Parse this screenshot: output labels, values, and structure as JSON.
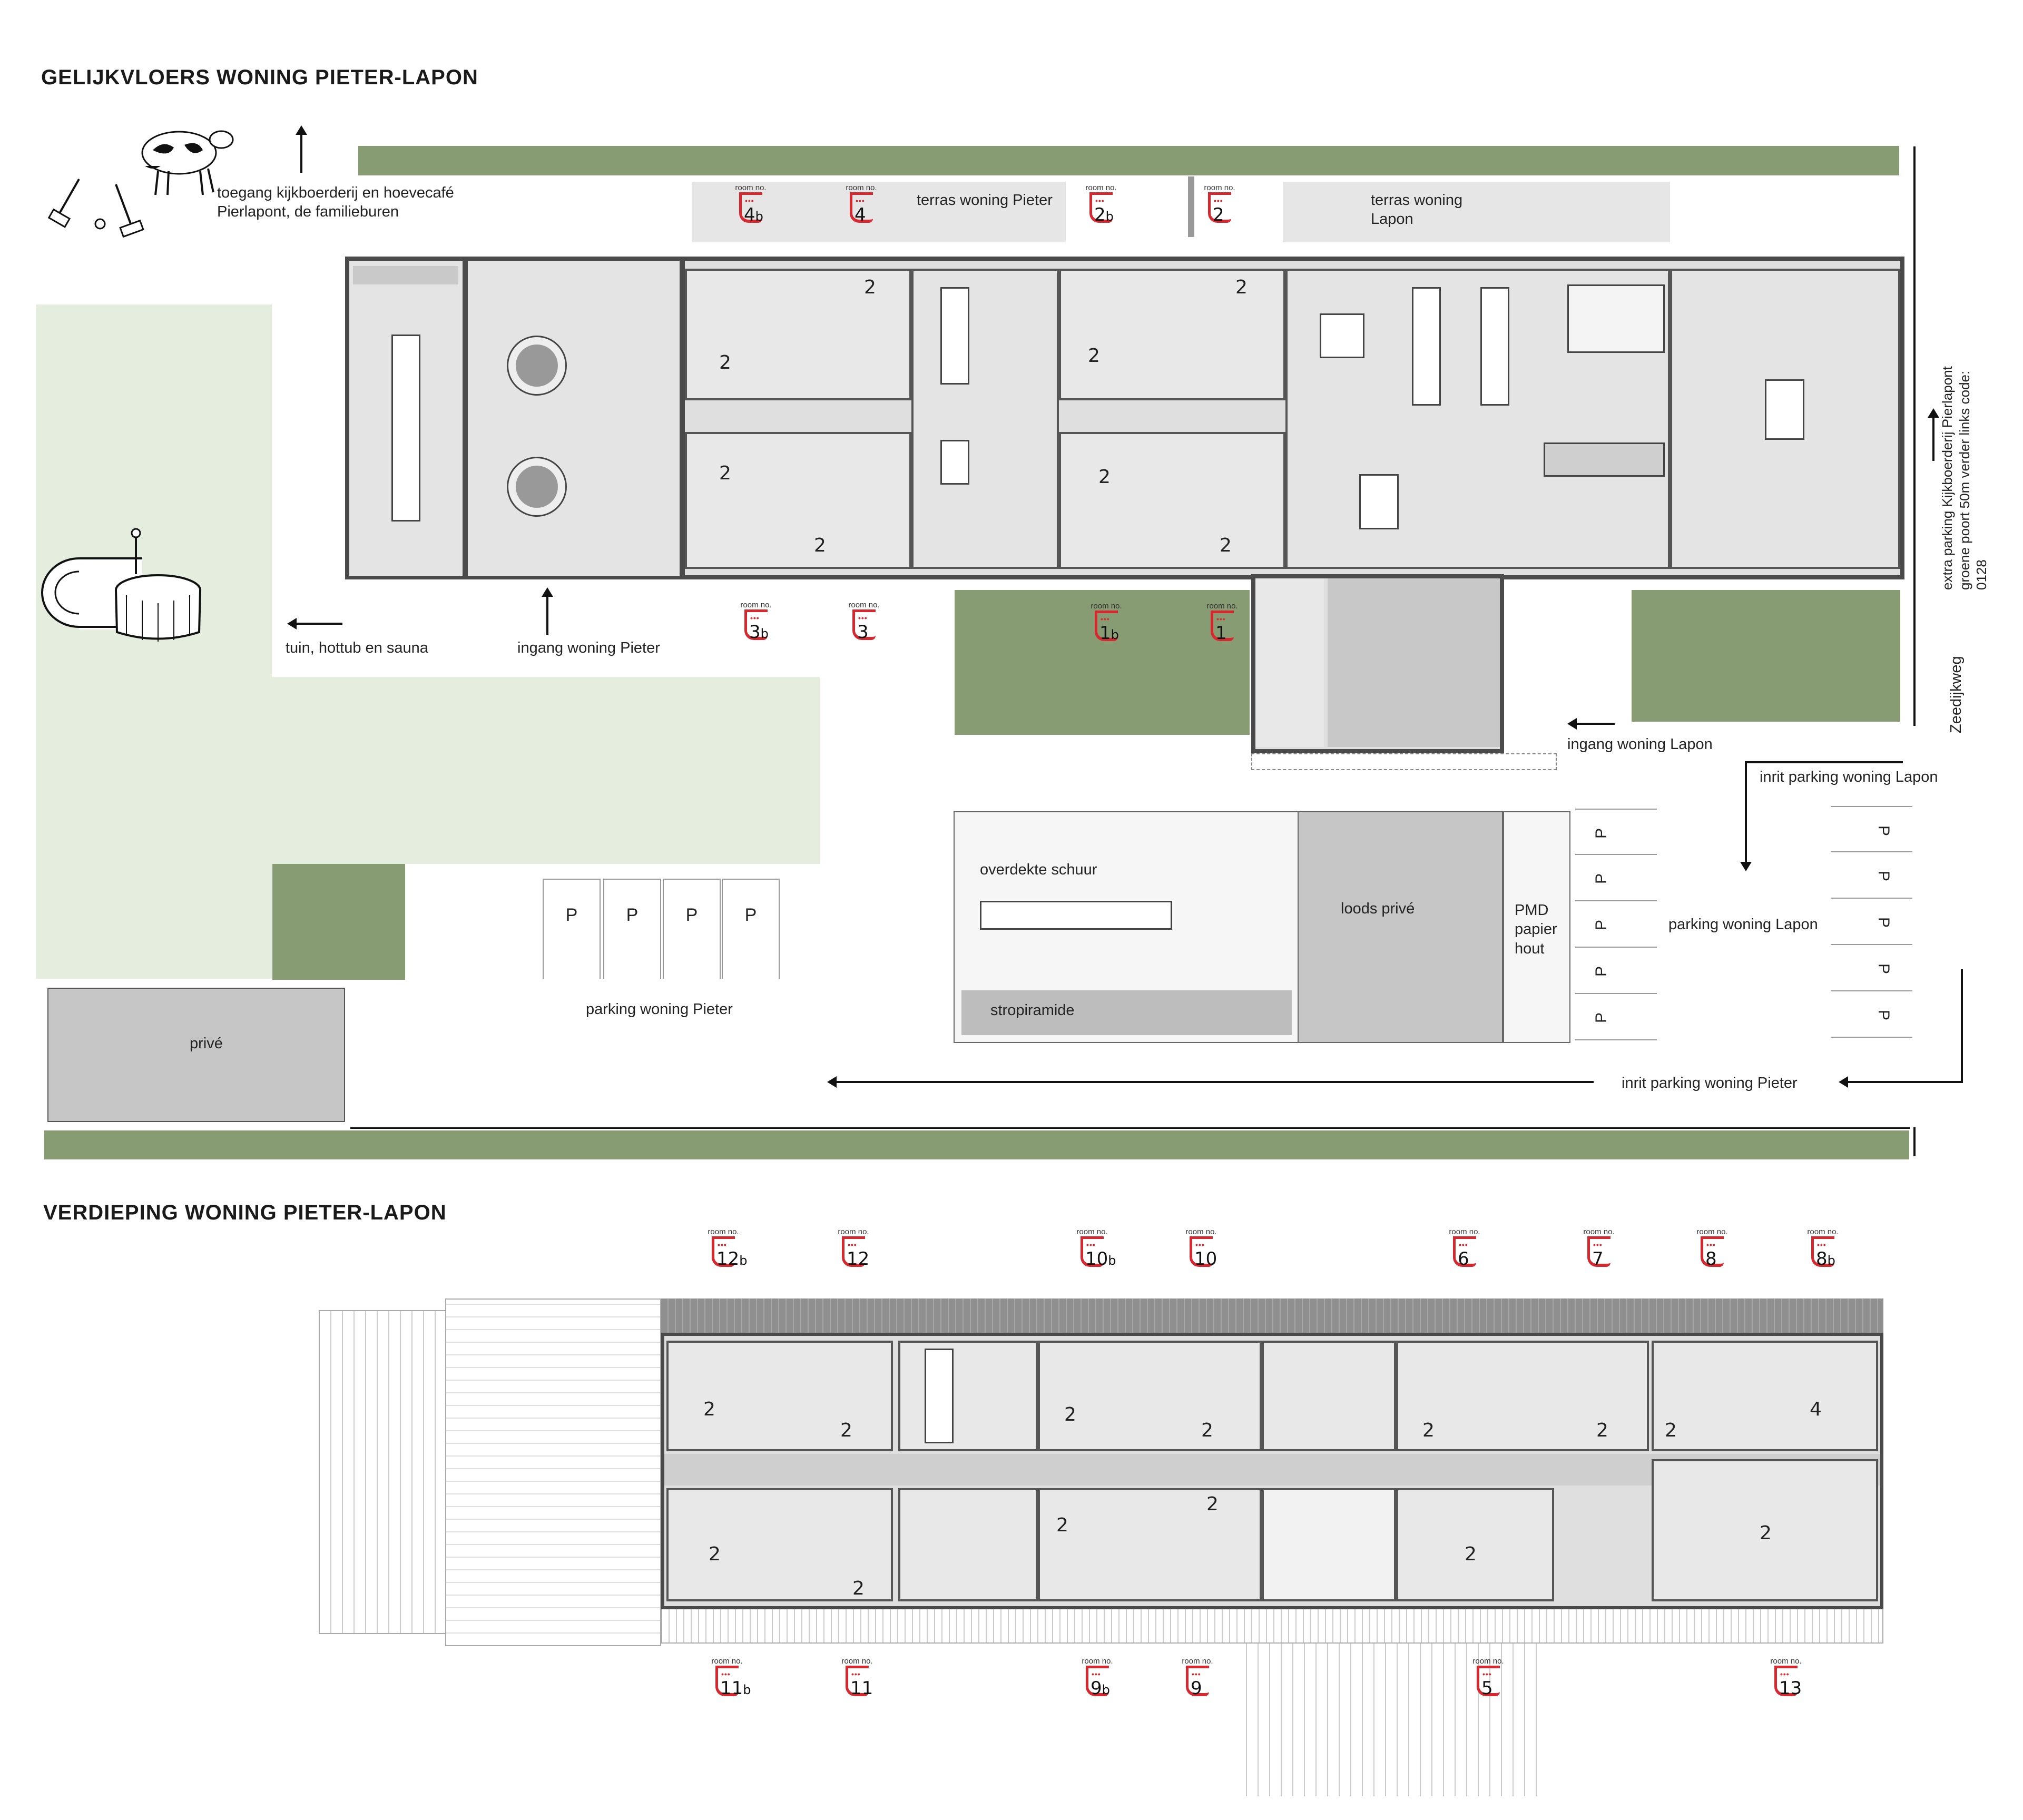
{
  "titles": {
    "ground": "GELIJKVLOERS WONING PIETER-LAPON",
    "upper": "VERDIEPING WONING PIETER-LAPON"
  },
  "labels": {
    "toegang": "toegang kijkboerderij en hoevecafé Pierlapont, de familieburen",
    "terras_pieter": "terras woning Pieter",
    "terras_lapon": "terras woning Lapon",
    "tuin": "tuin, hottub en sauna",
    "ingang_pieter": "ingang woning Pieter",
    "ingang_lapon": "ingang woning Lapon",
    "extra_parking": "extra parking Kijkboerderij Pierlapont groene poort 50m verder links code: 0128",
    "zeedijkweg": "Zeedijkweg",
    "inrit_lapon": "inrit parking woning Lapon",
    "parking_lapon": "parking woning Lapon",
    "overdekte_schuur": "overdekte schuur",
    "stropiramide": "stropiramide",
    "loods_prive": "loods privé",
    "pmd": "PMD papier hout",
    "prive": "privé",
    "parking_pieter": "parking woning Pieter",
    "inrit_pieter": "inrit parking woning Pieter",
    "parking_symbol": "P",
    "room_no": "room no.",
    "person_count": "2",
    "person_count_4": "4"
  },
  "ground_rooms": [
    {
      "num": "4",
      "suffix": "b"
    },
    {
      "num": "4",
      "suffix": ""
    },
    {
      "num": "2",
      "suffix": "b"
    },
    {
      "num": "2",
      "suffix": ""
    },
    {
      "num": "3",
      "suffix": "b"
    },
    {
      "num": "3",
      "suffix": ""
    },
    {
      "num": "1",
      "suffix": "b"
    },
    {
      "num": "1",
      "suffix": ""
    }
  ],
  "upper_rooms": [
    {
      "num": "12",
      "suffix": "b"
    },
    {
      "num": "12",
      "suffix": ""
    },
    {
      "num": "10",
      "suffix": "b"
    },
    {
      "num": "10",
      "suffix": ""
    },
    {
      "num": "6",
      "suffix": ""
    },
    {
      "num": "7",
      "suffix": ""
    },
    {
      "num": "8",
      "suffix": ""
    },
    {
      "num": "8",
      "suffix": "b"
    },
    {
      "num": "11",
      "suffix": "b"
    },
    {
      "num": "11",
      "suffix": ""
    },
    {
      "num": "9",
      "suffix": "b"
    },
    {
      "num": "9",
      "suffix": ""
    },
    {
      "num": "5",
      "suffix": ""
    },
    {
      "num": "13",
      "suffix": ""
    }
  ],
  "colors": {
    "hedge_green": "#889c74",
    "garden_green": "#e5eddf",
    "room_tag_red": "#d8282f",
    "wall": "#4a4a4a",
    "floor": "#dfdfdf"
  }
}
